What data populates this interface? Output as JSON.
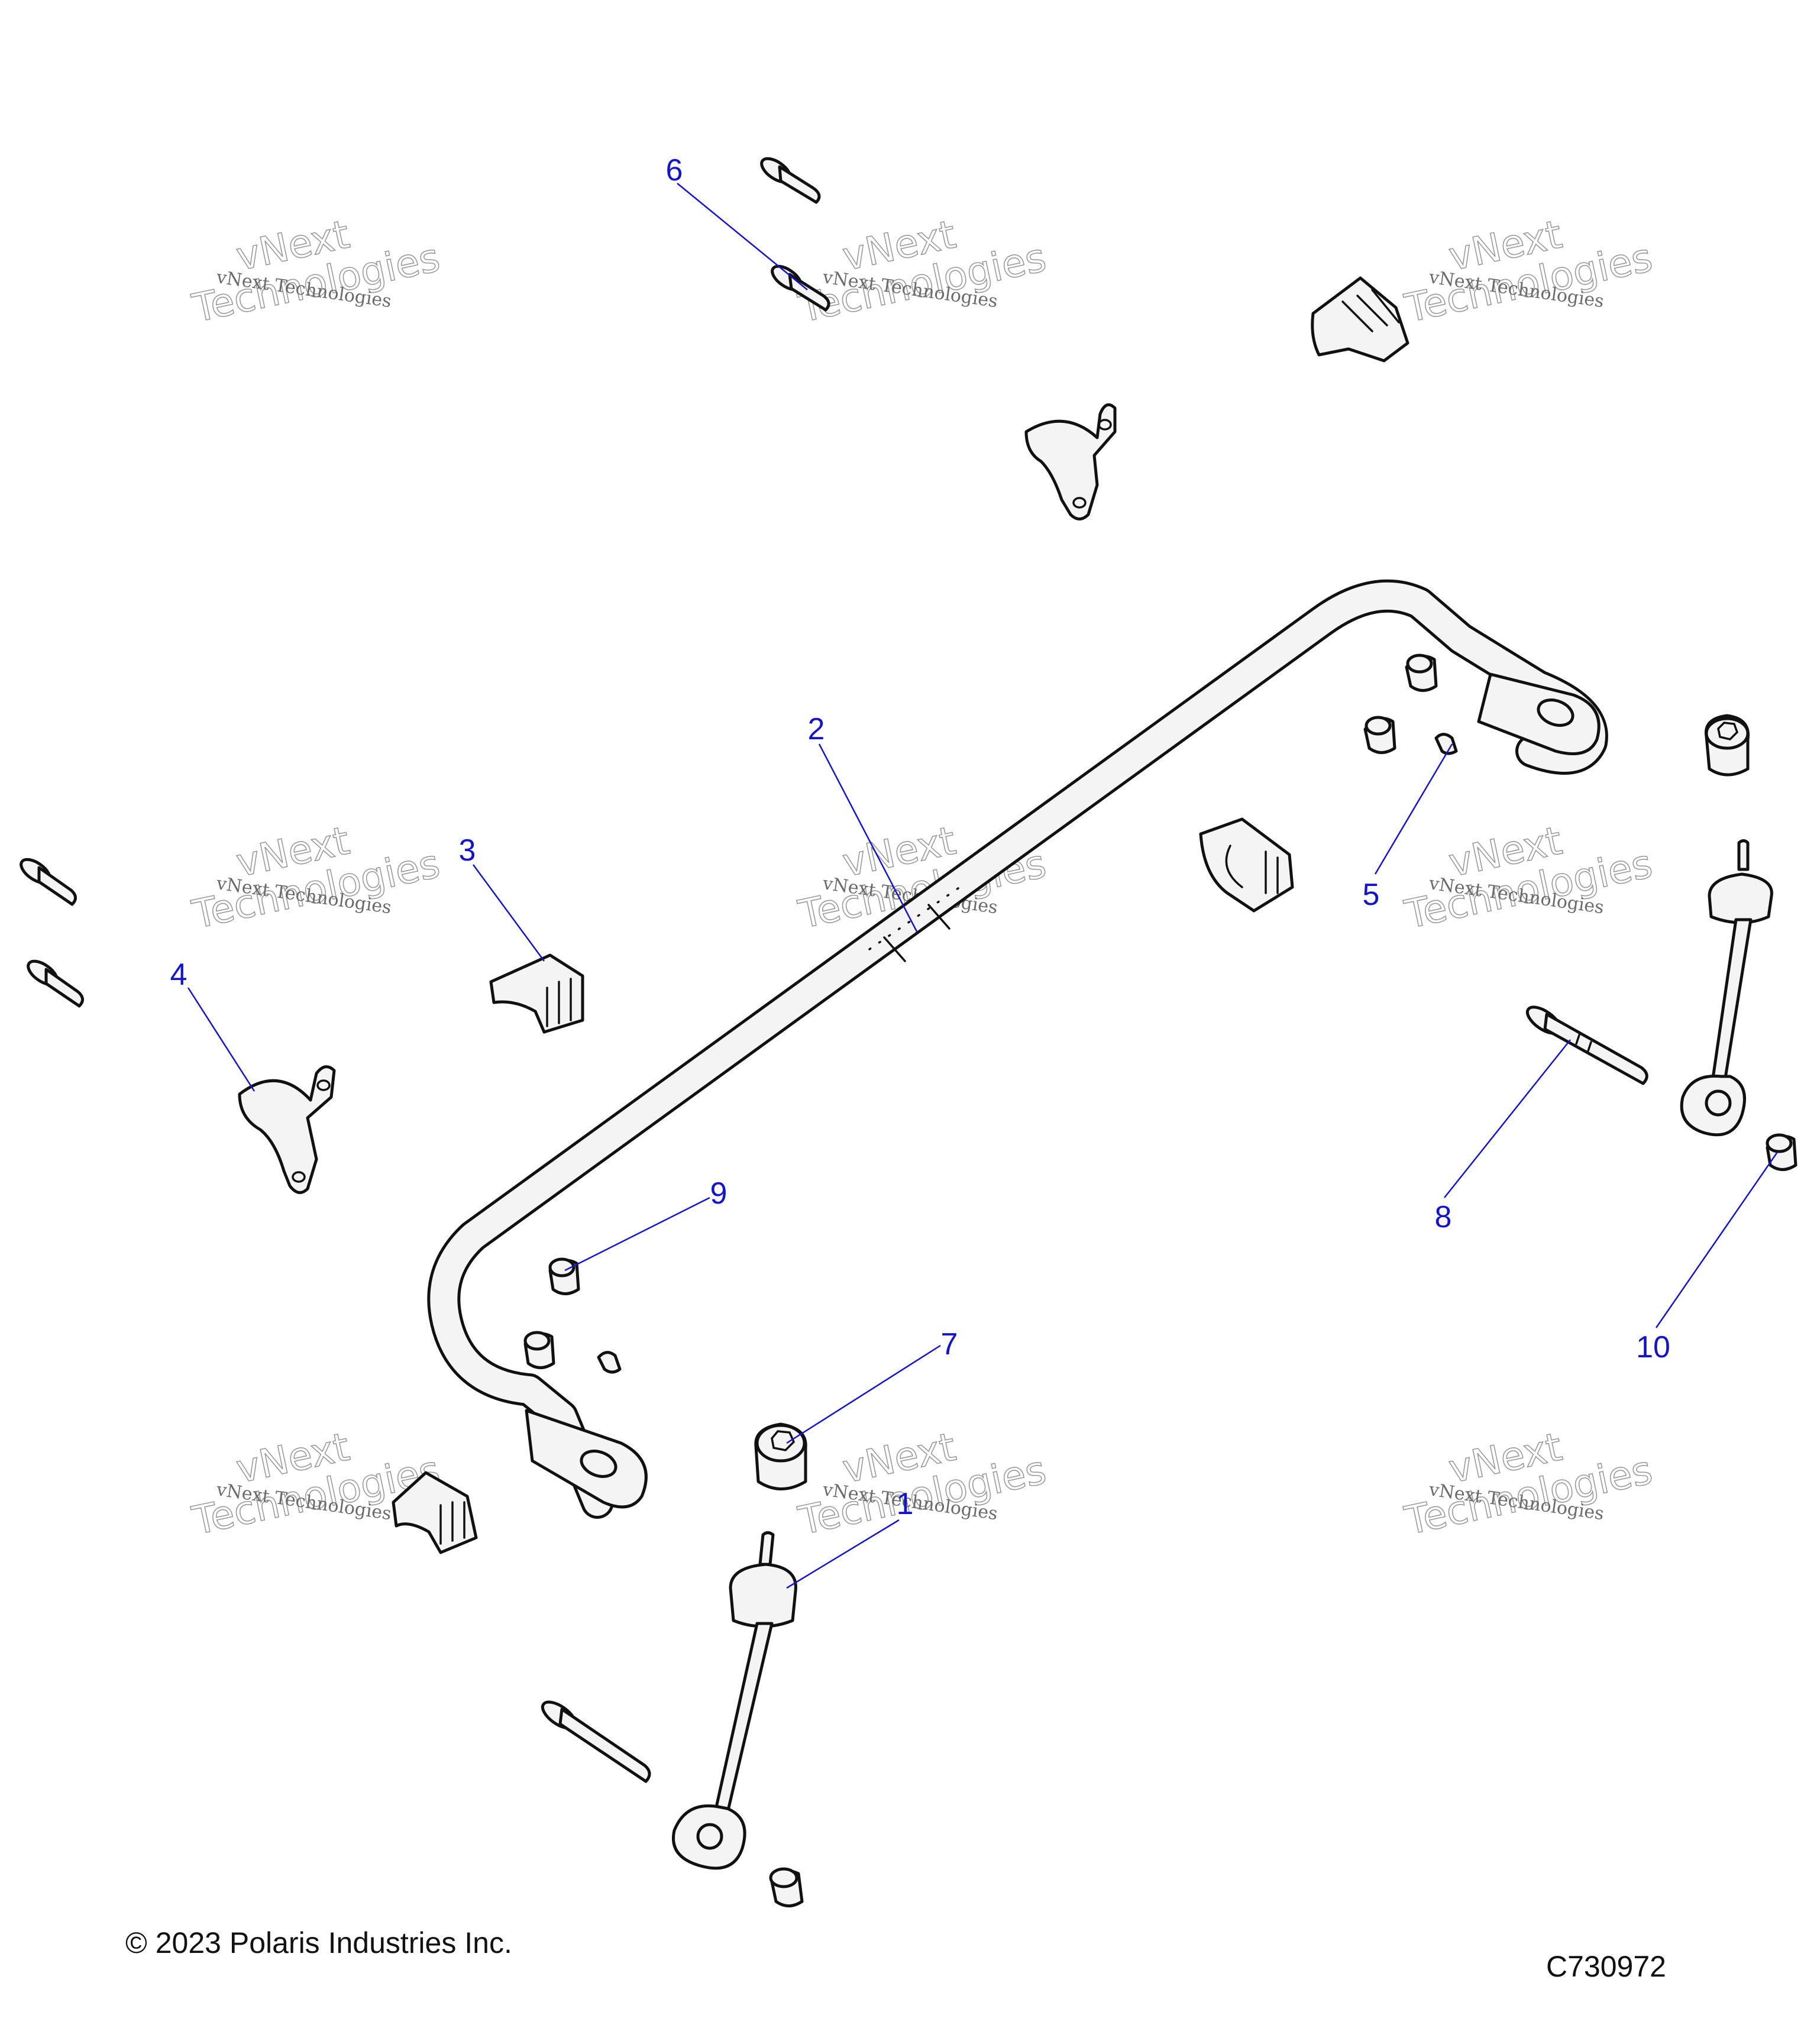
{
  "diagram": {
    "watermark": {
      "line1": "vNext",
      "line2": "Technologies",
      "small": "vNext Technologies"
    },
    "callouts": [
      "1",
      "2",
      "3",
      "4",
      "5",
      "6",
      "7",
      "8",
      "9",
      "10"
    ],
    "footer": {
      "copyright": "© 2023 Polaris Industries Inc.",
      "drawing_code": "C730972"
    },
    "colors": {
      "callout": "#1414c8",
      "line": "#111111",
      "fill": "#f4f4f4"
    }
  }
}
